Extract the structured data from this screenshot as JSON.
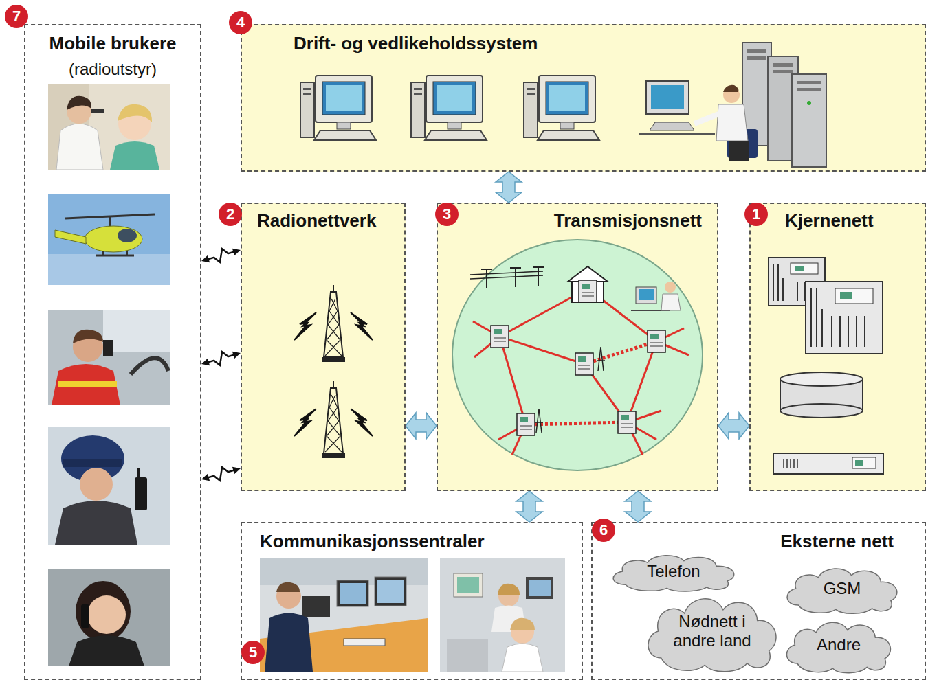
{
  "diagram": {
    "nodes": [
      {
        "text": [
          "Mobile brukere",
          "(radioutstyr)"
        ]
      },
      {
        "text": [
          "Drift- og vedlikeholdssystem"
        ]
      },
      {
        "text": [
          "Radionettverk"
        ]
      },
      {
        "text": [
          "Transmisjonsnett"
        ]
      },
      {
        "text": [
          "Kjernenett"
        ]
      },
      {
        "text": [
          "Kommunikasjonssentraler"
        ]
      },
      {
        "text": [
          "Eksterne nett"
        ]
      },
      {
        "text": [
          "Telefon"
        ],
        "in": 6
      },
      {
        "text": [
          "Nødnett i andre land"
        ],
        "in": 6
      },
      {
        "text": [
          "GSM"
        ],
        "in": 6
      },
      {
        "text": [
          "Andre"
        ],
        "in": 6
      }
    ],
    "edges": [
      {
        "from": 0,
        "to": 2,
        "arrow": "both"
      },
      {
        "from": 0,
        "to": 2,
        "arrow": "both"
      },
      {
        "from": 0,
        "to": 2,
        "arrow": "both"
      },
      {
        "from": 1,
        "to": 3,
        "arrow": "both"
      },
      {
        "from": 2,
        "to": 3,
        "arrow": "both"
      },
      {
        "from": 3,
        "to": 4,
        "arrow": "both"
      },
      {
        "from": 3,
        "to": 5,
        "arrow": "both"
      },
      {
        "from": 3,
        "to": 6,
        "arrow": "both"
      }
    ],
    "labels": [
      "7",
      "4",
      "2",
      "3",
      "1",
      "5",
      "6"
    ]
  }
}
